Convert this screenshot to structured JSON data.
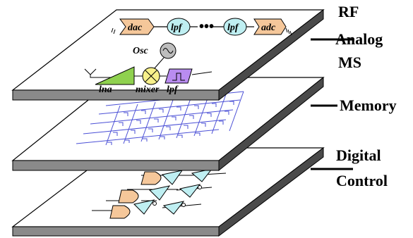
{
  "layers": {
    "top": {
      "labels": [
        "RF",
        "Analog",
        "MS"
      ],
      "components": {
        "dac": "dac",
        "lpf_a": "lpf",
        "lpf_b": "lpf",
        "adc": "adc",
        "osc": "Osc",
        "lna": "lna",
        "mixer": "mixer",
        "lpf_c": "lpf"
      },
      "colors": {
        "dac_adc_fill": "#f5c79a",
        "lpf_fill": "#bfeff2",
        "lna_fill": "#8fd14f",
        "mixer_fill": "#f7f08a",
        "lpf_small_fill": "#b98cf0",
        "osc_fill": "#bdbdbd"
      }
    },
    "middle": {
      "label": "Memory",
      "colors": {
        "grid": "#4a4fd6"
      }
    },
    "bottom": {
      "labels": [
        "Digital",
        "Control"
      ],
      "colors": {
        "and_gate": "#f5c79a",
        "buffer": "#bfeff2"
      }
    }
  }
}
